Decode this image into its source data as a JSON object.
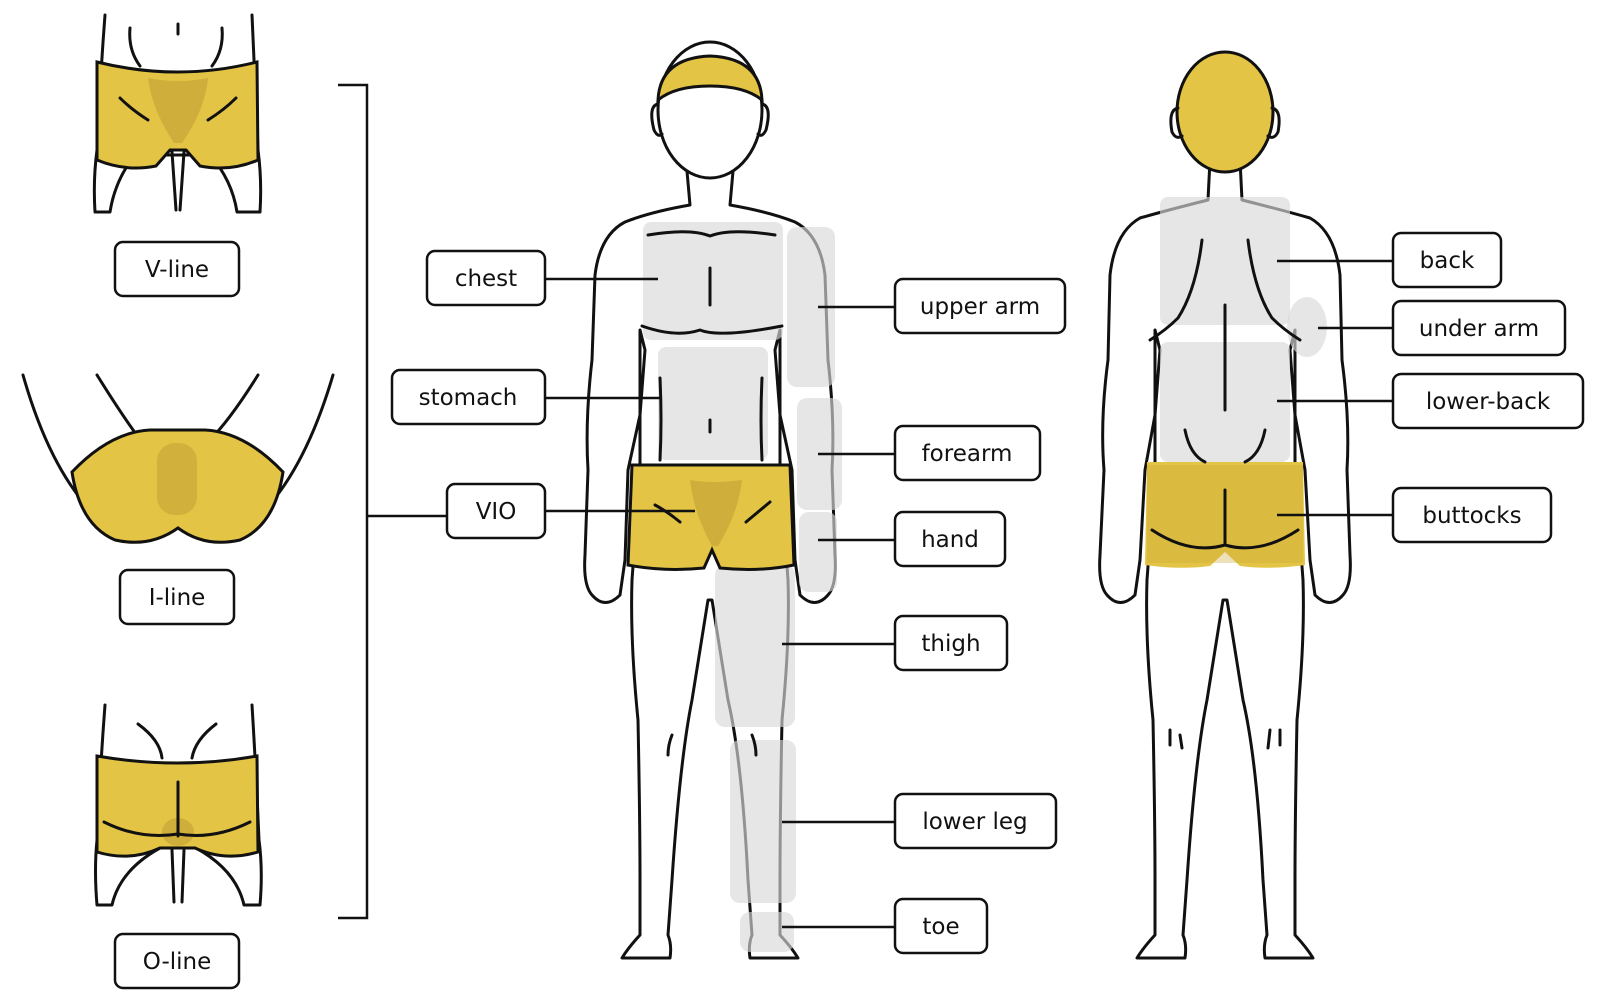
{
  "colors": {
    "highlight": "#e3c444",
    "highlight_dark": "#cba93a",
    "zone_gray": "#d9d9d9",
    "outline": "#111111"
  },
  "vio_types": [
    {
      "id": "v-line",
      "label": "V-line"
    },
    {
      "id": "i-line",
      "label": "I-line"
    },
    {
      "id": "o-line",
      "label": "O-line"
    }
  ],
  "front_labels": {
    "chest": "chest",
    "stomach": "stomach",
    "vio": "VIO",
    "upper_arm": "upper arm",
    "forearm": "forearm",
    "hand": "hand",
    "thigh": "thigh",
    "lower_leg": "lower leg",
    "toe": "toe"
  },
  "back_labels": {
    "back": "back",
    "under_arm": "under arm",
    "lower_back": "lower-back",
    "buttocks": "buttocks"
  }
}
